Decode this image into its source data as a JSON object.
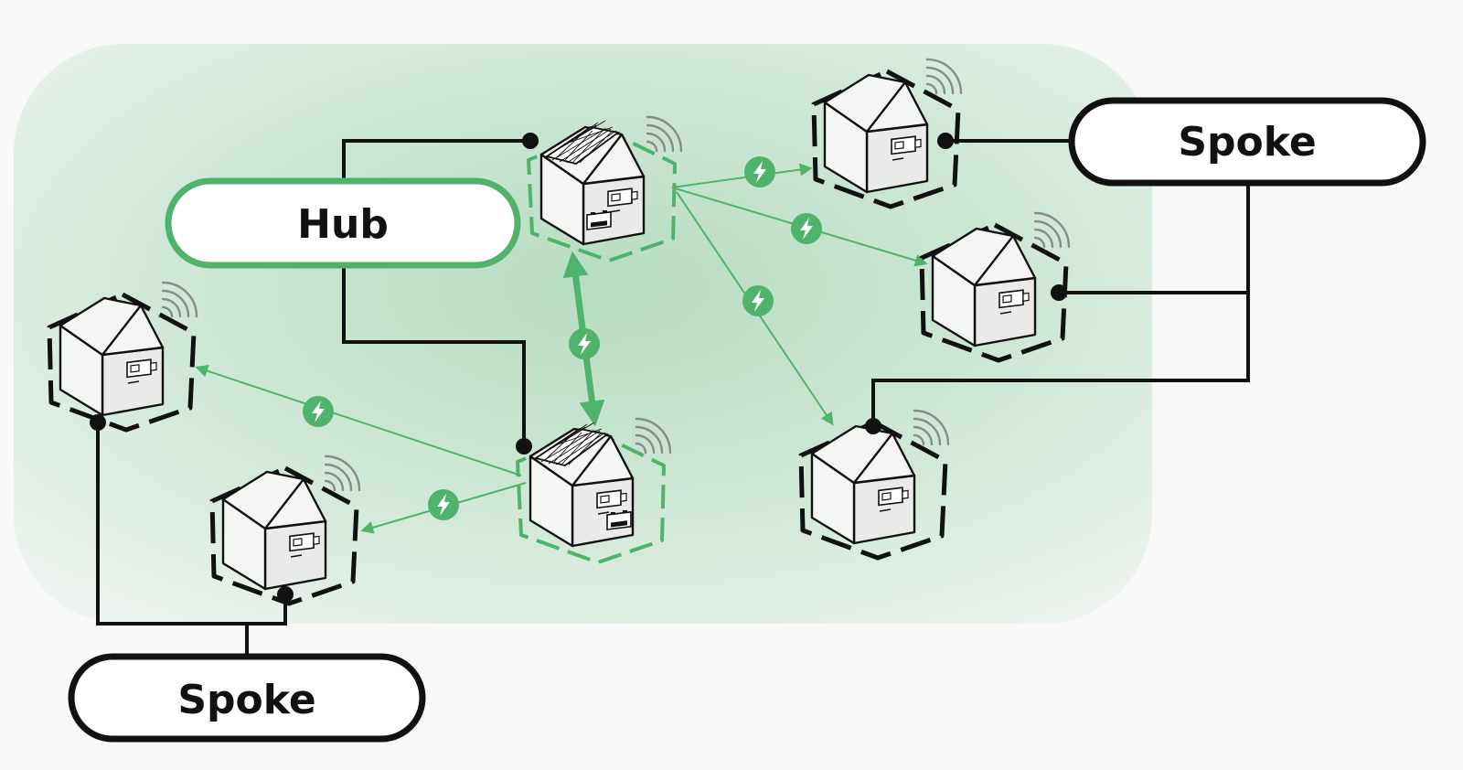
{
  "labels": {
    "hub": "Hub",
    "spoke_top_right": "Spoke",
    "spoke_bottom_left": "Spoke"
  },
  "icons": {
    "node": "house-icon",
    "energy": "lightning-bolt-icon",
    "signal": "wifi-signal-icon",
    "solar": "solar-panel-icon",
    "battery": "battery-icon"
  },
  "colors": {
    "accent_green": "#4fb36b",
    "line_black": "#111111",
    "zone_fill": "#cfe8d6",
    "background": "#f7f8f7"
  }
}
